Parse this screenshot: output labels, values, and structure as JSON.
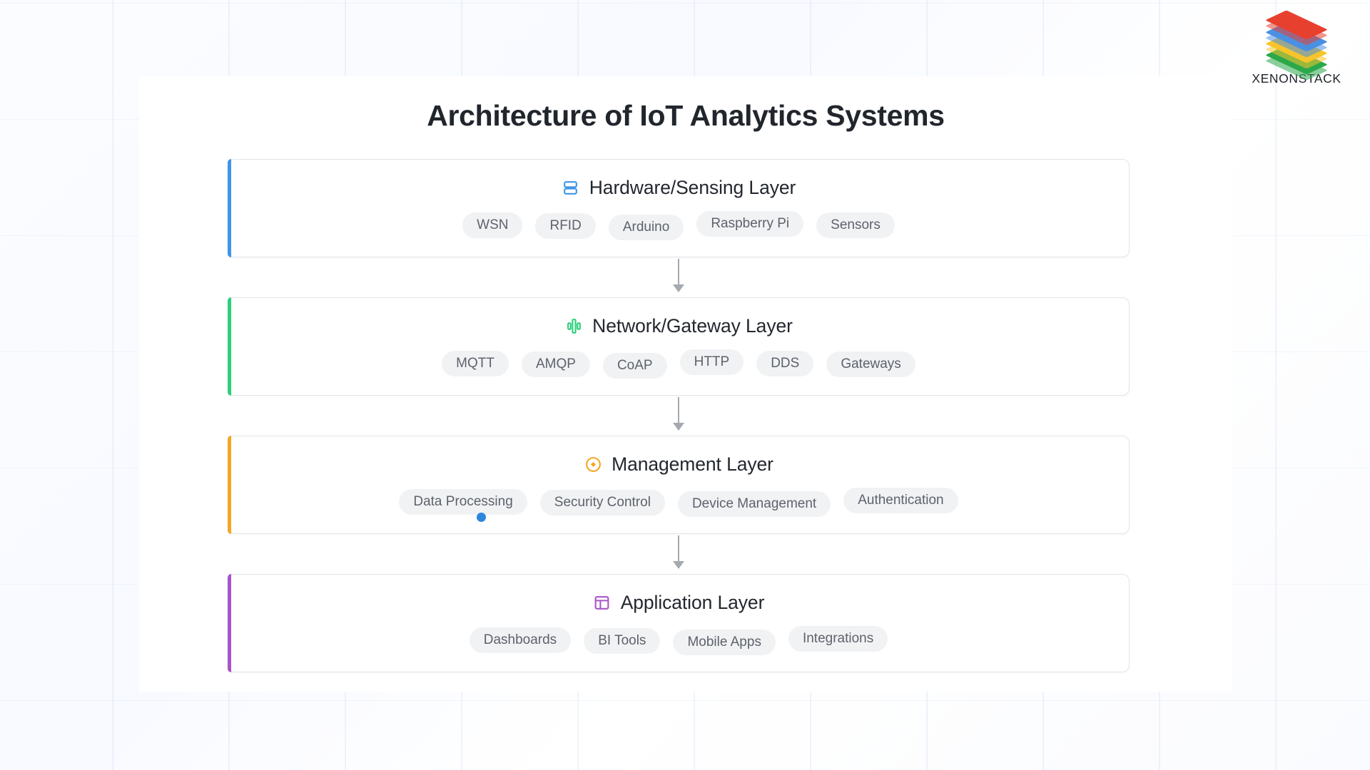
{
  "brand": {
    "name": "XENONSTACK",
    "logo_icon": "stacked-layers-logo",
    "colors": [
      "#e8402f",
      "#4a90e2",
      "#f7c52b",
      "#2aa84a"
    ]
  },
  "page": {
    "title": "Architecture of IoT Analytics Systems"
  },
  "layers": [
    {
      "title": "Hardware/Sensing Layer",
      "icon": "server-stack-icon",
      "accent": "#3d96e8",
      "tags": [
        "WSN",
        "RFID",
        "Arduino",
        "Raspberry Pi",
        "Sensors"
      ]
    },
    {
      "title": "Network/Gateway Layer",
      "icon": "network-bars-icon",
      "accent": "#2bd07a",
      "tags": [
        "MQTT",
        "AMQP",
        "CoAP",
        "HTTP",
        "DDS",
        "Gateways"
      ]
    },
    {
      "title": "Management Layer",
      "icon": "target-focus-icon",
      "accent": "#f5a623",
      "tags": [
        "Data Processing",
        "Security Control",
        "Device Management",
        "Authentication"
      ]
    },
    {
      "title": "Application Layer",
      "icon": "layout-panel-icon",
      "accent": "#a855c8",
      "tags": [
        "Dashboards",
        "BI Tools",
        "Mobile Apps",
        "Integrations"
      ]
    }
  ],
  "connectors": {
    "icon": "down-arrow-icon",
    "count": 3,
    "color": "#a5a9b0"
  },
  "cursor": {
    "icon": "cursor-dot-indicator",
    "color": "#2e86de"
  }
}
